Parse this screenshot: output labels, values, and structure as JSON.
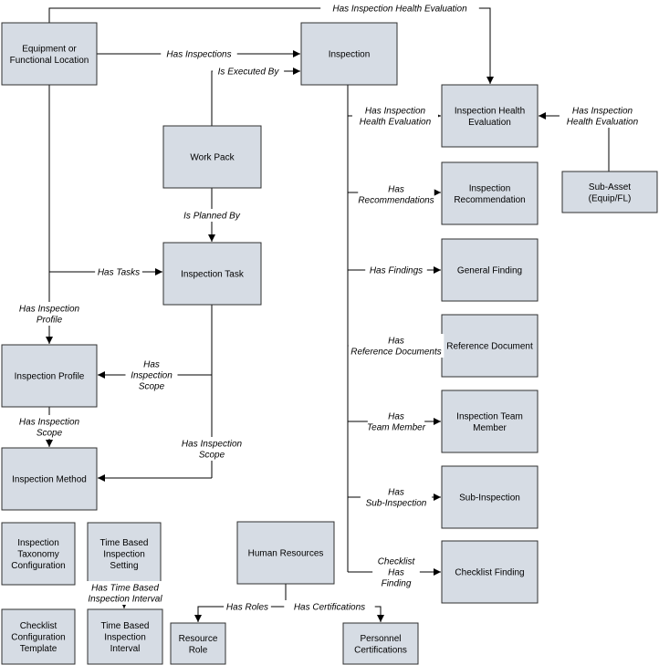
{
  "nodes": {
    "equipment": [
      "Equipment or",
      "Functional Location"
    ],
    "inspection": [
      "Inspection"
    ],
    "work_pack": [
      "Work Pack"
    ],
    "inspection_task": [
      "Inspection Task"
    ],
    "inspection_profile": [
      "Inspection Profile"
    ],
    "inspection_method": [
      "Inspection Method"
    ],
    "ihe": [
      "Inspection Health",
      "Evaluation"
    ],
    "sub_asset": [
      "Sub-Asset",
      "(Equip/FL)"
    ],
    "recommendation": [
      "Inspection",
      "Recommendation"
    ],
    "general_finding": [
      "General Finding"
    ],
    "reference_document": [
      "Reference Document"
    ],
    "team_member": [
      "Inspection Team",
      "Member"
    ],
    "sub_inspection": [
      "Sub-Inspection"
    ],
    "checklist_finding": [
      "Checklist Finding"
    ],
    "taxonomy": [
      "Inspection",
      "Taxonomy",
      "Configuration"
    ],
    "tbis": [
      "Time Based",
      "Inspection",
      "Setting"
    ],
    "checklist_template": [
      "Checklist",
      "Configuration",
      "Template"
    ],
    "tbii": [
      "Time Based",
      "Inspection",
      "Interval"
    ],
    "human_resources": [
      "Human Resources"
    ],
    "resource_role": [
      "Resource",
      "Role"
    ],
    "personnel_certifications": [
      "Personnel",
      "Certifications"
    ]
  },
  "edges": {
    "has_ihe_top": [
      "Has Inspection Health Evaluation"
    ],
    "has_inspections": [
      "Has Inspections"
    ],
    "is_executed_by": [
      "Is Executed By"
    ],
    "is_planned_by": [
      "Is Planned By"
    ],
    "has_tasks": [
      "Has Tasks"
    ],
    "has_inspection_profile": [
      "Has Inspection",
      "Profile"
    ],
    "task_profile_scope": [
      "Has",
      "Inspection",
      "Scope"
    ],
    "task_method_scope": [
      "Has Inspection",
      "Scope"
    ],
    "profile_method_scope": [
      "Has Inspection",
      "Scope"
    ],
    "insp_ihe": [
      "Has Inspection",
      "Health Evaluation"
    ],
    "subasset_ihe": [
      "Has Inspection",
      "Health Evaluation"
    ],
    "has_recommendations": [
      "Has",
      "Recommendations"
    ],
    "has_findings": [
      "Has Findings"
    ],
    "has_reference_documents": [
      "Has",
      "Reference Documents"
    ],
    "has_team_member": [
      "Has",
      "Team Member"
    ],
    "has_sub_inspection": [
      "Has",
      "Sub-Inspection"
    ],
    "checklist_has_finding": [
      "Checklist",
      "Has",
      "Finding"
    ],
    "has_tbii": [
      "Has Time Based",
      "Inspection Interval"
    ],
    "has_roles": [
      "Has Roles"
    ],
    "has_certifications": [
      "Has Certifications"
    ]
  }
}
